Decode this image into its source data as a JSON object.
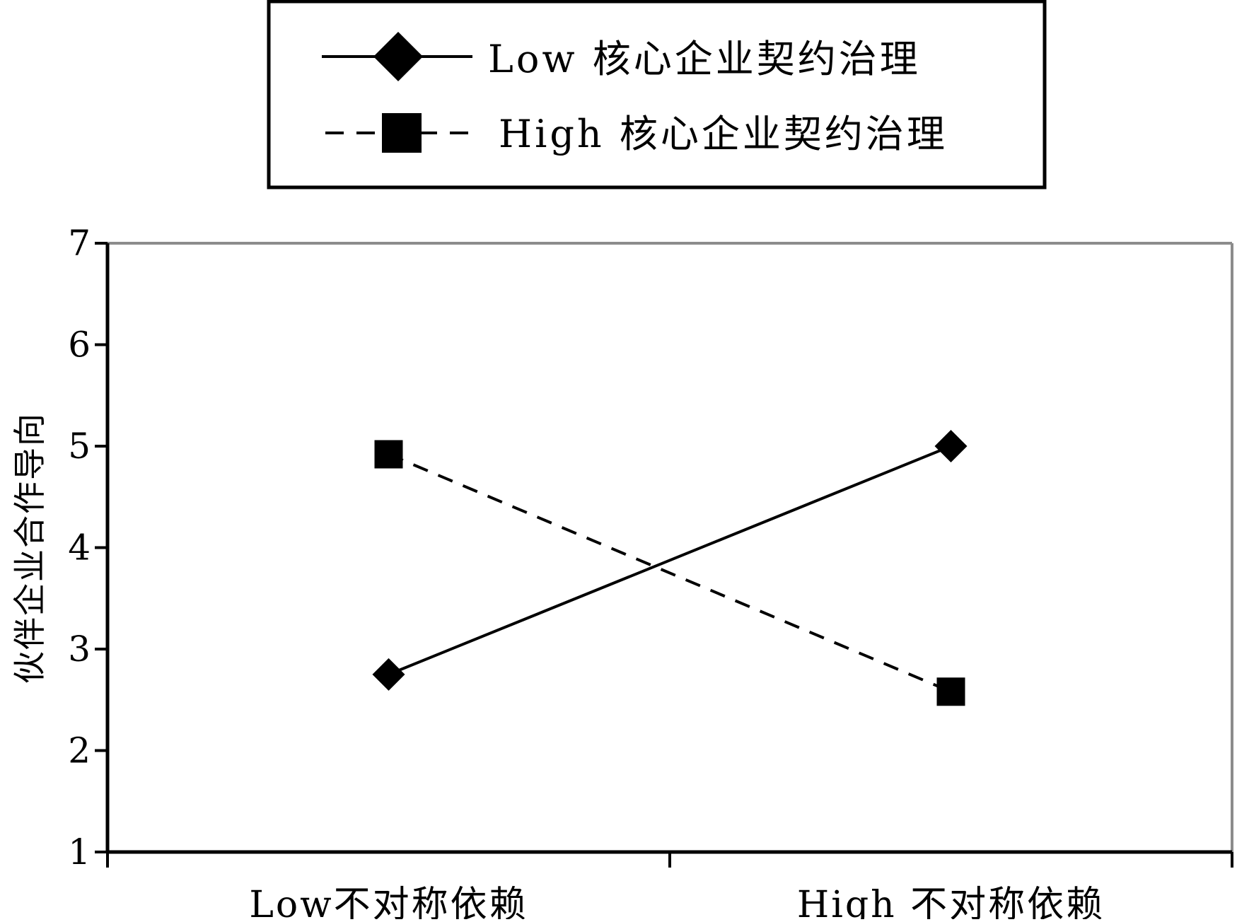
{
  "chart_data": {
    "type": "line",
    "categories": [
      "Low不对称依赖",
      "High 不对称依赖"
    ],
    "series": [
      {
        "name": "Low 核心企业契约治理",
        "values": [
          2.75,
          5.0
        ],
        "line_style": "solid",
        "marker": "diamond",
        "color": "#000000"
      },
      {
        "name": "High 核心企业契约治理",
        "values": [
          4.92,
          2.58
        ],
        "line_style": "dashed",
        "marker": "square",
        "color": "#000000"
      }
    ],
    "title": "",
    "xlabel": "",
    "ylabel": "伙伴企业合作导向",
    "ylim": [
      1,
      7
    ],
    "yticks": [
      "1",
      "2",
      "3",
      "4",
      "5",
      "6",
      "7"
    ],
    "grid": false,
    "legend_position": "top-center"
  }
}
